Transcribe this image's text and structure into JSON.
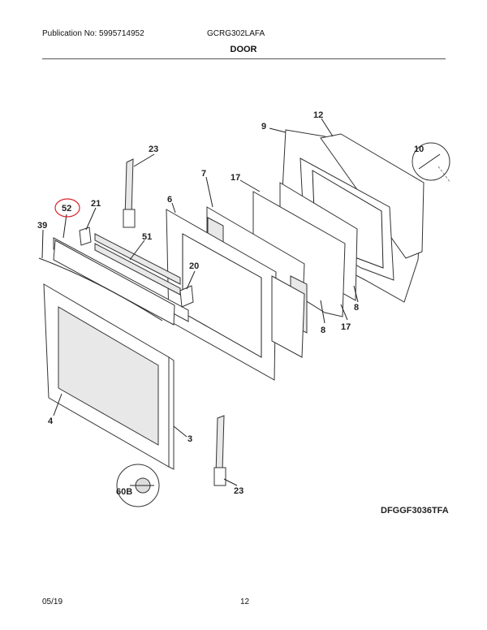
{
  "header": {
    "publication": "Publication No: 5995714952",
    "model": "GCRG302LAFA",
    "section_title": "DOOR"
  },
  "callouts": {
    "c12": "12",
    "c9": "9",
    "c10": "10",
    "c23a": "23",
    "c7": "7",
    "c17a": "17",
    "c52": "52",
    "c21": "21",
    "c6": "6",
    "c39": "39",
    "c51": "51",
    "c20": "20",
    "c8a": "8",
    "c8b": "8",
    "c17b": "17",
    "c4": "4",
    "c3": "3",
    "c60b": "60B",
    "c23b": "23"
  },
  "diagram_code": "DFGGF3036TFA",
  "highlight_color": "#d9232d",
  "footer": {
    "date": "05/19",
    "page": "12"
  }
}
